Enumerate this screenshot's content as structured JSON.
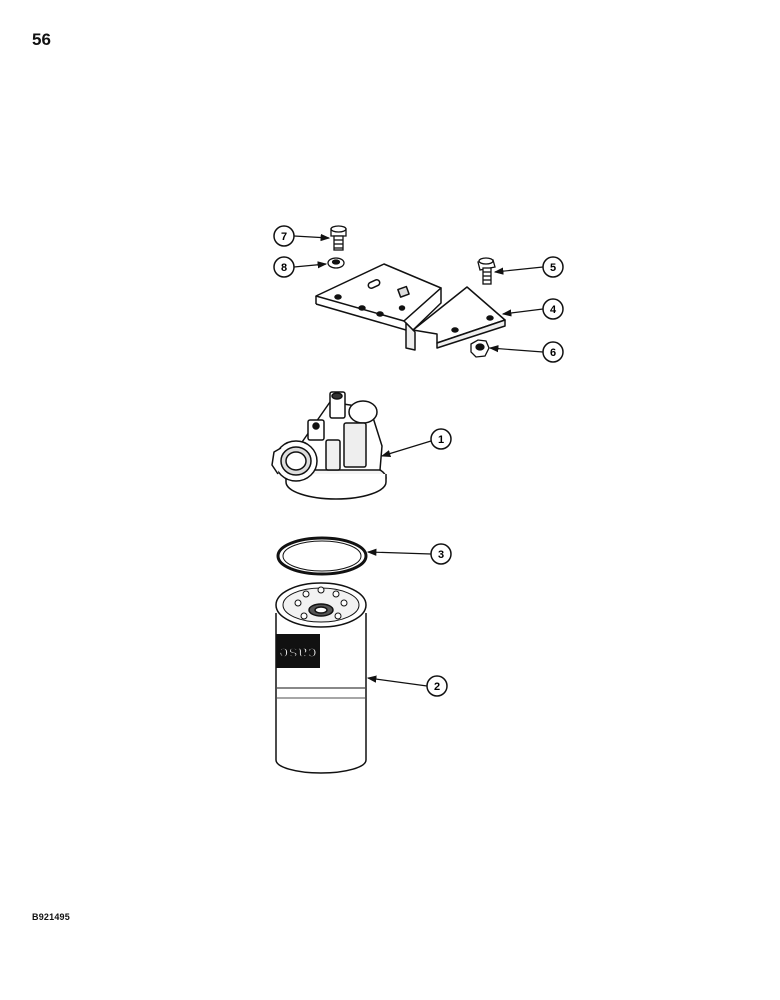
{
  "page": {
    "number": "56",
    "figure_id": "B921495"
  },
  "brand": {
    "label": "case"
  },
  "callouts": [
    {
      "id": "7",
      "label": "7"
    },
    {
      "id": "8",
      "label": "8"
    },
    {
      "id": "5",
      "label": "5"
    },
    {
      "id": "4",
      "label": "4"
    },
    {
      "id": "6",
      "label": "6"
    },
    {
      "id": "1",
      "label": "1"
    },
    {
      "id": "3",
      "label": "3"
    },
    {
      "id": "2",
      "label": "2"
    }
  ]
}
